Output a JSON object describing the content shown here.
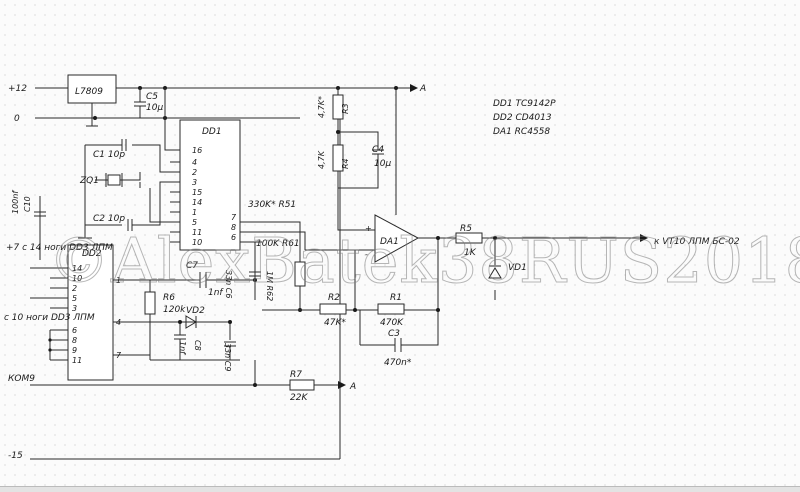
{
  "watermark": "©AlexBatek38RUS2018",
  "notes": [
    "DD1 TC9142P",
    "DD2 CD4013",
    "DA1 RC4558"
  ],
  "rails": {
    "plus12": "+12",
    "zero": "0",
    "minus15": "-15"
  },
  "ports": {
    "a": "A",
    "a2": "A"
  },
  "chips": {
    "dd1": "DD1",
    "dd2": "DD2",
    "da1": "DA1",
    "reg": "L7809"
  },
  "dd1_pins": [
    "16",
    "4",
    "2",
    "3",
    "15",
    "14",
    "1",
    "5",
    "11",
    "10"
  ],
  "dd1_out_pins": [
    "7",
    "8",
    "6"
  ],
  "dd2_pins_left": [
    "14",
    "10",
    "2",
    "5",
    "3",
    "6",
    "8",
    "9",
    "11"
  ],
  "dd2_pins_right": [
    "1",
    "4",
    "7"
  ],
  "parts": {
    "c5": "C5",
    "c5v": "10µ",
    "c1": "C1 10p",
    "c2": "C2 10p",
    "zq1": "ZQ1",
    "c10": "C10",
    "c10v": "100nf",
    "r3": "R3",
    "r3v": "4,7K*",
    "r4": "R4",
    "r4v": "4,7K",
    "c4": "C4",
    "c4v": "10µ",
    "r51": "330K* R51",
    "r61": "100K R61",
    "c7": "C7",
    "c7v": "1nf",
    "c6": "33n C6",
    "r62": "1M  R62",
    "r6": "R6",
    "r6v": "120k",
    "vd2": "VD2",
    "c8": "C8",
    "c8v": "1nf",
    "c9": "33n C9",
    "r2": "R2",
    "r2v": "47K*",
    "r1": "R1",
    "r1v": "470K",
    "c3": "C3",
    "c3v": "470n*",
    "r5": "R5",
    "r5v": "1K",
    "vd1": "VD1",
    "r7": "R7",
    "r7v": "22K"
  },
  "labels": {
    "in14": "+7 с 14 ноги DD3 ЛПМ",
    "in10": "с 10 ноги DD3 ЛПМ",
    "com9": "КОМ9",
    "out": "к VT10 ЛПМ БС-02"
  }
}
